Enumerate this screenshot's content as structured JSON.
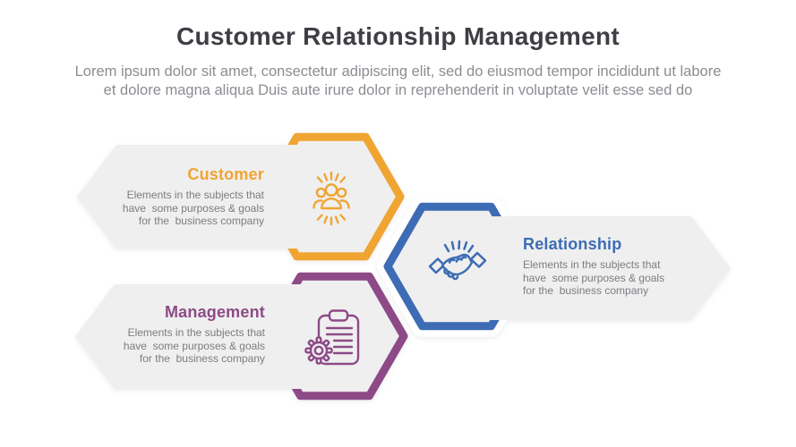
{
  "header": {
    "title": "Customer Relationship Management",
    "subtitle": "Lorem ipsum dolor sit amet, consectetur adipiscing elit, sed do eiusmod tempor incididunt ut labore\net dolore magna aliqua Duis aute irure dolor in reprehenderit in voluptate velit esse sed do"
  },
  "cards": [
    {
      "label": "Customer",
      "description": "Elements in the subjects that\nhave  some purposes & goals\nfor the  business company",
      "icon": "team-icon",
      "accent": "#F0A432"
    },
    {
      "label": "Relationship",
      "description": "Elements in the subjects that\nhave  some purposes & goals\nfor the  business company",
      "icon": "handshake-icon",
      "accent": "#3D6CB4"
    },
    {
      "label": "Management",
      "description": "Elements in the subjects that\nhave  some purposes & goals\nfor the  business company",
      "icon": "clipboard-gear-icon",
      "accent": "#8D4A87"
    }
  ],
  "colors": {
    "background": "#FFFFFF",
    "halo": "#FFFFFF",
    "card_bg": "#EFEFEF",
    "title_text": "#3E3E44",
    "subtitle_text": "#8C8C93",
    "description_text": "#7C7C82"
  }
}
